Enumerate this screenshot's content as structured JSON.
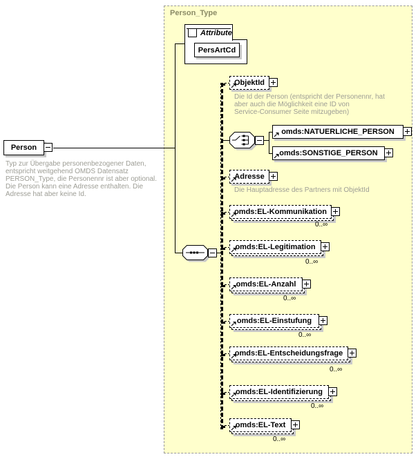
{
  "container": {
    "title": "Person_Type"
  },
  "person": {
    "label": "Person",
    "annotation_lines": [
      "Typ zur Übergabe personenbezogener Daten,",
      "entspricht weitgehend OMDS Datensatz",
      "PERSON_Type, die Personennr ist aber optional.",
      "Die Person kann eine Adresse enthalten. Die",
      "Adresse hat aber keine Id."
    ]
  },
  "attributes": {
    "section_label": "Attribute",
    "items": [
      {
        "name": "PersArtCd"
      }
    ]
  },
  "children": {
    "objektid": {
      "name": "ObjektId",
      "annotation_lines": [
        "Die Id der Person (entspricht der Personennr, hat",
        "aber auch die Möglichkeit eine ID von",
        "Service-Consumer Seite mitzugeben)"
      ]
    },
    "natuerliche_person": {
      "name": "omds:NATUERLICHE_PERSON"
    },
    "sonstige_person": {
      "name": "omds:SONSTIGE_PERSON"
    },
    "adresse": {
      "name": "Adresse",
      "annotation_lines": [
        "Die Hauptadresse des Partners mit ObjektId"
      ]
    },
    "el_kommunikation": {
      "name": "omds:EL-Kommunikation",
      "occurs": "0..∞"
    },
    "el_legitimation": {
      "name": "omds:EL-Legitimation",
      "occurs": "0..∞"
    },
    "el_anzahl": {
      "name": "omds:EL-Anzahl",
      "occurs": "0..∞"
    },
    "el_einstufung": {
      "name": "omds:EL-Einstufung",
      "occurs": "0..∞"
    },
    "el_entscheidungsfrage": {
      "name": "omds:EL-Entscheidungsfrage",
      "occurs": "0..∞"
    },
    "el_identifizierung": {
      "name": "omds:EL-Identifizierung",
      "occurs": "0..∞"
    },
    "el_text": {
      "name": "omds:EL-Text",
      "occurs": "0..∞"
    }
  },
  "colors": {
    "container_bg": "#ffffcc",
    "container_border": "#9a9a9a",
    "container_title": "#8b8b66",
    "box_bg": "#ffffff",
    "box_border": "#000000",
    "annotation_text": "#9d9d95",
    "shadow": "#c9c9c9"
  }
}
